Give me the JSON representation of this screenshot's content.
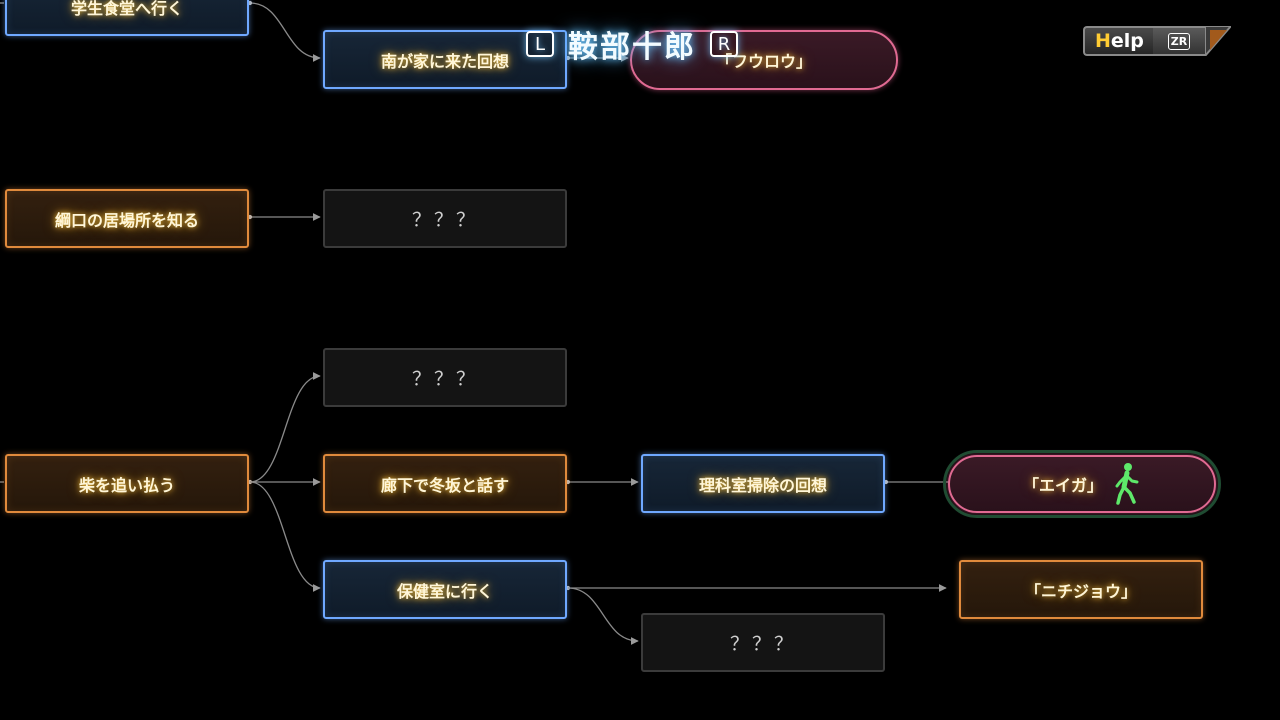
{
  "header": {
    "title": "鞍部十郎",
    "left_key": "L",
    "right_key": "R"
  },
  "help": {
    "label_initial": "H",
    "label_rest": "elp",
    "button_key": "ZR"
  },
  "flowchart": {
    "nodes": {
      "cafeteria": "学生食堂へ行く",
      "minami_memory": "南が家に来た回想",
      "tsuguchi_location": "綱口の居場所を知る",
      "unknown_1": "？？？",
      "unknown_2": "？？？",
      "drive_away": "柴を追い払う",
      "corridor_talk": "廊下で冬坂と話す",
      "science_room_memory": "理科室掃除の回想",
      "nurse_office": "保健室に行く",
      "unknown_3": "？？？",
      "keyword_furou": "「フウロウ」",
      "keyword_eiga": "「エイガ」",
      "keyword_nichijou": "「ニチジョウ」"
    },
    "current_node_icon": "walking-person-icon"
  },
  "colors": {
    "blue_border": "#6fa8ff",
    "orange_border": "#e08a3c",
    "pink_border": "#e06a92",
    "unknown_border": "#3b3b3b",
    "walker": "#5ee86a"
  }
}
